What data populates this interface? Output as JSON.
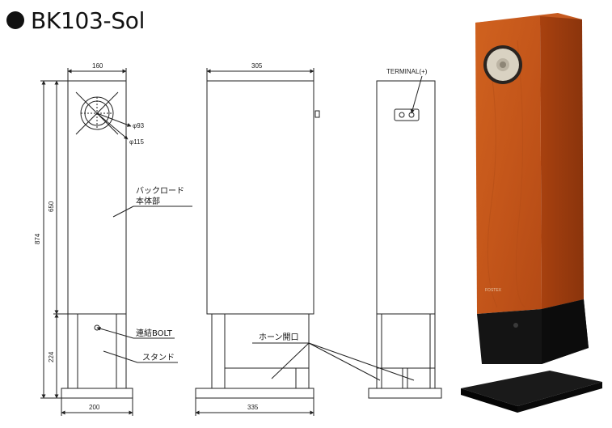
{
  "title": "BK103-Sol",
  "dimensions": {
    "front_width": "160",
    "front_height_total": "874",
    "front_height_body": "650",
    "front_height_stand": "224",
    "front_base_width": "200",
    "cutout_inner": "φ93",
    "cutout_outer": "φ115",
    "side_width": "305",
    "side_base_width": "335"
  },
  "labels": {
    "backload_line1": "バックロード",
    "backload_line2": "本体部",
    "bolt": "連結BOLT",
    "stand": "スタンド",
    "horn_opening": "ホーン開口",
    "terminal": "TERMINAL(+)"
  },
  "photo_logo": "FOSTEX",
  "colors": {
    "cabinet_wood": "#c85a1e",
    "stand_black": "#141414",
    "line": "#222222"
  }
}
